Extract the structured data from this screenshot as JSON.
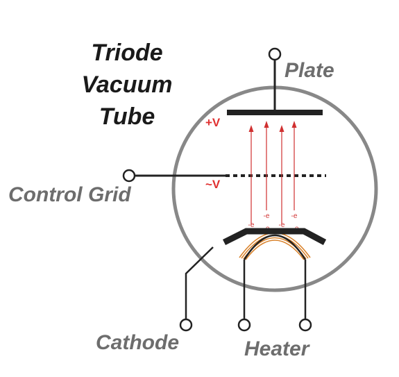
{
  "title": {
    "line1": "Triode",
    "line2": "Vacuum",
    "line3": "Tube"
  },
  "labels": {
    "plate": "Plate",
    "control_grid": "Control Grid",
    "cathode": "Cathode",
    "heater": "Heater",
    "plate_voltage": "+V",
    "grid_voltage": "~V",
    "electron": "-e"
  },
  "colors": {
    "envelope": "#888888",
    "wire": "#222222",
    "label": "#6d6d6d",
    "title": "#1a1a1a",
    "voltage": "#e03030",
    "electron_flow": "#d03030",
    "heater_coil": "#d9822b"
  }
}
